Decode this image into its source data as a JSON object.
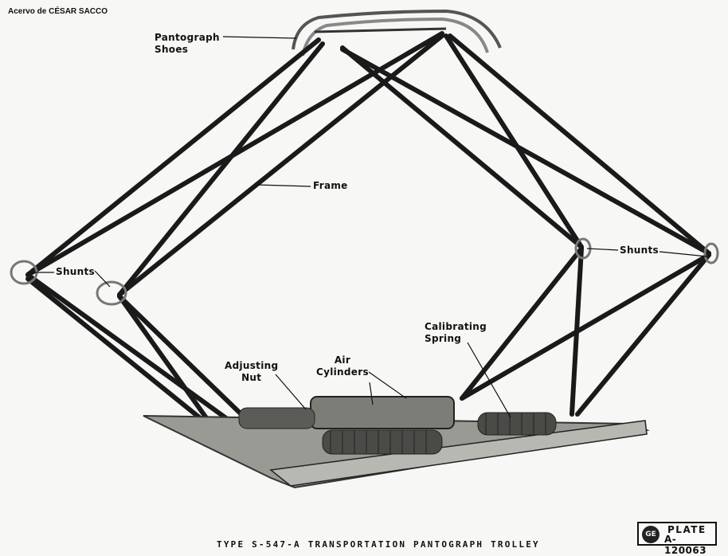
{
  "credit": "Acervo de CÉSAR SACCO",
  "labels": {
    "pantograph_shoes": [
      "Pantograph",
      "Shoes"
    ],
    "frame": "Frame",
    "shunts_left": "Shunts",
    "shunts_right": "Shunts",
    "adjusting_nut": [
      "Adjusting",
      "Nut"
    ],
    "air_cylinders": [
      "Air",
      "Cylinders"
    ],
    "calibrating_spring": [
      "Calibrating",
      "Spring"
    ]
  },
  "caption": "TYPE S-547-A TRANSPORTATION PANTOGRAPH TROLLEY",
  "plate": {
    "line1": "PLATE",
    "line2": "A-120063",
    "seal_icon": "general-electric-monogram-icon"
  },
  "colors": {
    "background": "#f7f7f5",
    "ink": "#111111",
    "metal": "#8a8a86"
  }
}
